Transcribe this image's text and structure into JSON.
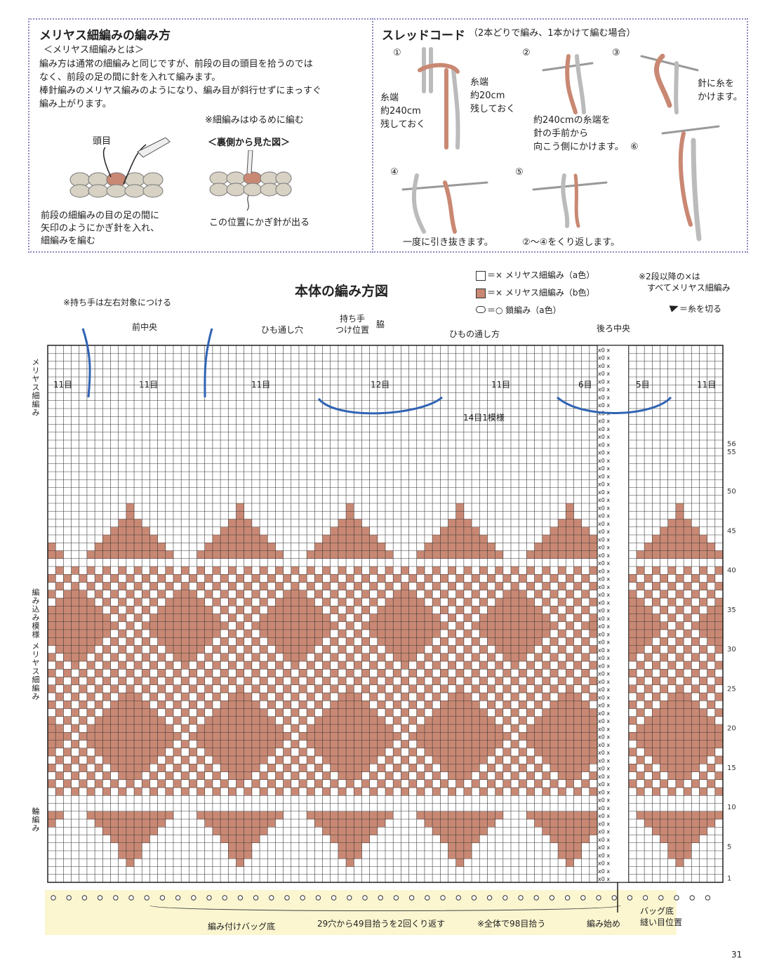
{
  "left_panel": {
    "title": "メリヤス細編みの編み方",
    "subtitle": "＜メリヤス細編みとは＞",
    "lines": [
      "編み方は通常の細編みと同じですが、前段の目の頭目を拾うのでは",
      "なく、前段の足の間に針を入れて編みます。",
      "棒針編みのメリヤス編みのようになり、編み目が斜行せずにまっすぐ",
      "編み上がります。"
    ],
    "note_loose": "※細編みはゆるめに編む",
    "back_view": "＜裏側から見た図＞",
    "label_head": "頭目",
    "caption_left": [
      "前段の細編みの目の足の間に",
      "矢印のようにかぎ針を入れ、",
      "細編みを編む"
    ],
    "caption_right": "この位置にかぎ針が出る"
  },
  "right_panel": {
    "title": "スレッドコード",
    "title_note": "（2本どりで編み、1本かけて編む場合）",
    "steps": [
      "①",
      "②",
      "③",
      "④",
      "⑤",
      "⑥"
    ],
    "end_left": [
      "糸端",
      "約240cm",
      "残しておく"
    ],
    "end_right": [
      "糸端",
      "約20cm",
      "残しておく"
    ],
    "step2_text": [
      "約240cmの糸端を",
      "針の手前から",
      "向こう側にかけます。"
    ],
    "step3_text": [
      "針に糸を",
      "かけます。"
    ],
    "step4_text": "一度に引き抜きます。",
    "step5_text": "②〜④をくり返します。"
  },
  "chart": {
    "title": "本体の編み方図",
    "legend": [
      {
        "symbol": "□",
        "text": "＝× メリヤス細編み（a色）"
      },
      {
        "symbol": "■",
        "text": "＝× メリヤス細編み（b色）"
      },
      {
        "symbol": "◯",
        "text": "＝○ 鎖編み（a色）"
      }
    ],
    "legend_note": [
      "※2段以降の×は",
      "すべてメリヤス細編み"
    ],
    "cut_note": "＝糸を切る",
    "handle_note": "※持ち手は左右対象につける",
    "front_center": "前中央",
    "back_center": "後ろ中央",
    "cord_hole": "ひも通し穴",
    "handle_pos": [
      "持ち手",
      "つけ位置"
    ],
    "side": "脇",
    "cord_route": "ひもの通し方",
    "repeat": "14目1模様",
    "counts": [
      "11目",
      "11目",
      "11目",
      "12目",
      "11目",
      "6目",
      "5目",
      "11目"
    ],
    "row_labels": [
      "56",
      "55",
      "50",
      "45",
      "40",
      "35",
      "30",
      "25",
      "20",
      "15",
      "10",
      "5",
      "1"
    ],
    "side_labels": [
      "メリヤス細編み",
      "編み込み模様 メリヤス細編み",
      "輪編み"
    ],
    "bottom_pick": "編み付けバッグ底",
    "bottom_repeat": "29穴から49目拾うを2回くり返す",
    "bottom_total": "※全体で98目拾う",
    "bottom_start": "編み始め",
    "bottom_seam": [
      "バッグ底",
      "縫い目位置"
    ],
    "colors": {
      "b": "#c98873",
      "grid": "#3a3a3a",
      "cord": "#2f63b4"
    }
  },
  "page_number": "31"
}
